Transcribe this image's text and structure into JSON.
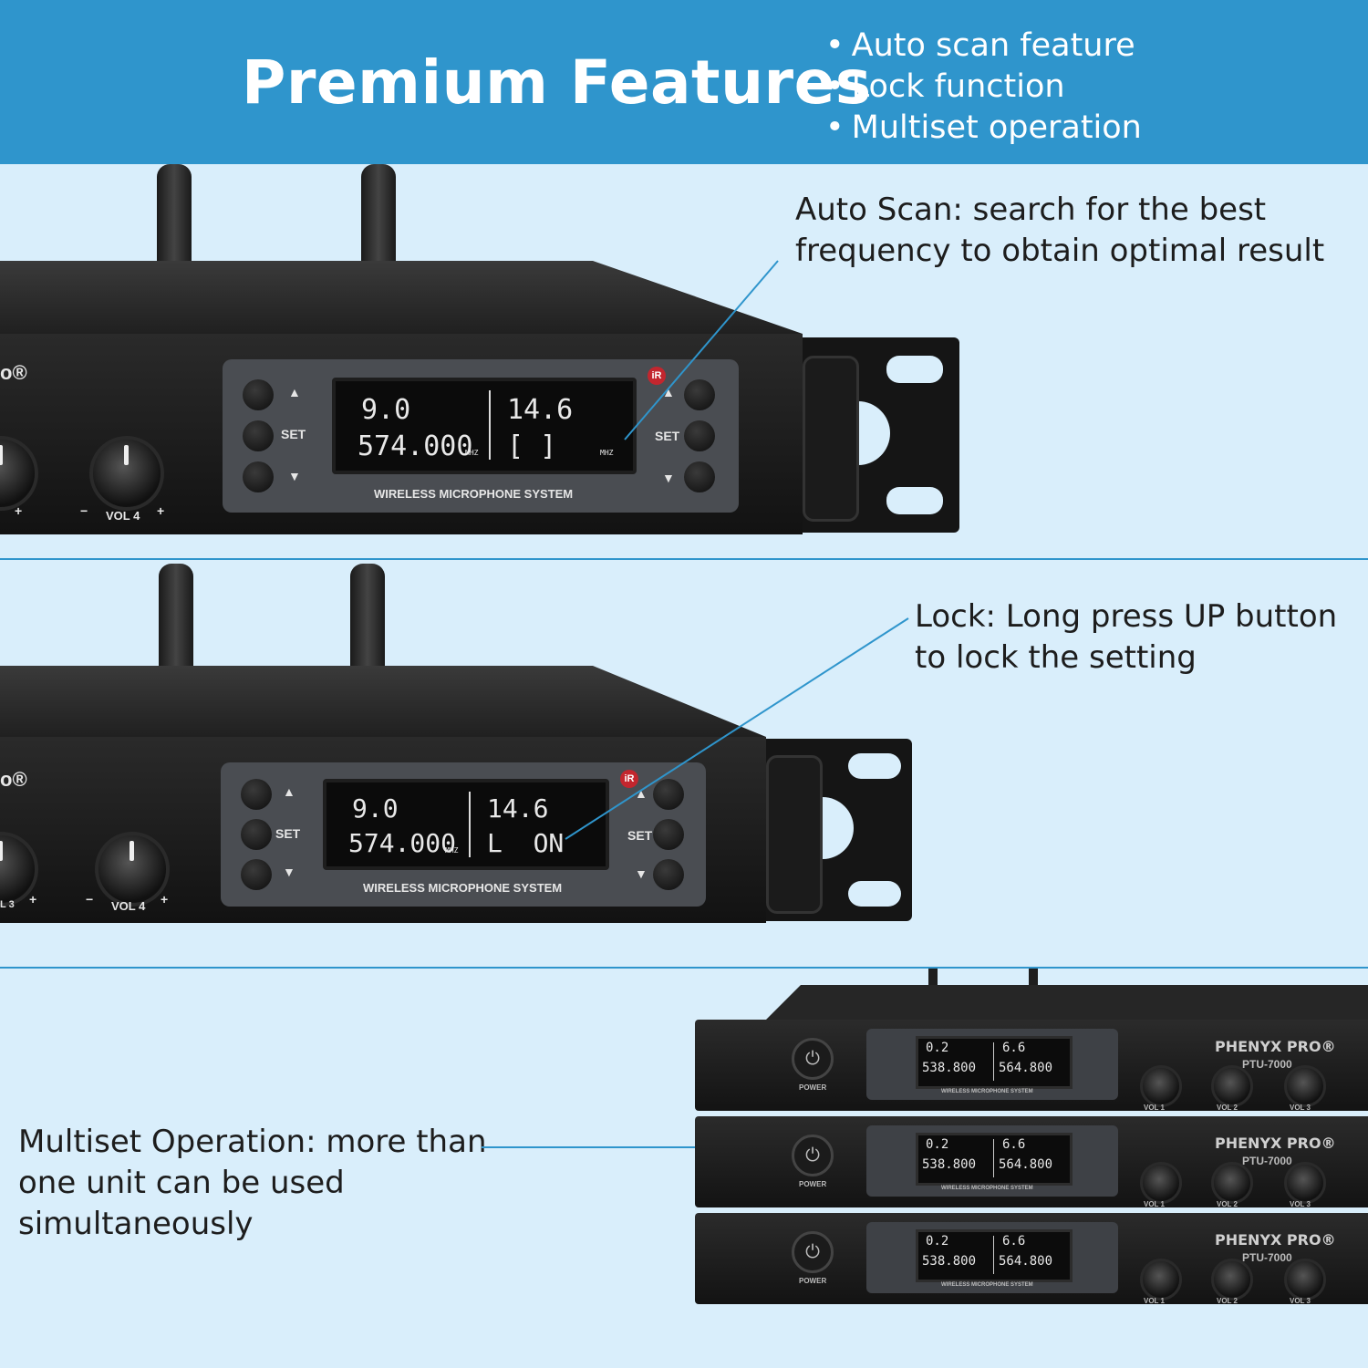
{
  "header": {
    "title": "Premium Features",
    "bullets": [
      "Auto scan feature",
      "Lock function",
      "Multiset operation"
    ]
  },
  "panel1": {
    "caption": [
      "Auto Scan: search for the best",
      "frequency to obtain optimal result"
    ],
    "lcd": {
      "left_ch": "9.0",
      "left_freq": "574.000",
      "right_ch": "14.6",
      "right_status": "[   ]",
      "unit": "MHZ"
    },
    "labels": {
      "set": "SET",
      "system": "WIRELESS MICROPHONE SYSTEM",
      "vol": "VOL 4",
      "ir": "iR"
    }
  },
  "panel2": {
    "caption": [
      "Lock: Long press UP button",
      "to lock the setting"
    ],
    "lcd": {
      "left_ch": "9.0",
      "left_freq": "574.000",
      "right_ch": "14.6",
      "right_status": "L  ON",
      "unit": "MHZ"
    },
    "labels": {
      "set": "SET",
      "system": "WIRELESS MICROPHONE SYSTEM",
      "vol": "VOL 4",
      "vol_left": "L 3",
      "ir": "iR"
    }
  },
  "panel3": {
    "caption": [
      "Multiset Operation: more than",
      "one unit can be used",
      "simultaneously"
    ],
    "unit": {
      "brand": "PHENYX PRO®",
      "model": "PTU-7000",
      "power": "POWER",
      "left_ch": "0.2",
      "left_freq": "538.800",
      "right_ch": "6.6",
      "right_freq": "564.800",
      "system": "WIRELESS MICROPHONE SYSTEM",
      "vol_labels": [
        "VOL 1",
        "VOL 2",
        "VOL 3"
      ]
    }
  },
  "colors": {
    "header": "#2f95cc",
    "background": "#d9eefb",
    "leader": "#2f95cc"
  }
}
